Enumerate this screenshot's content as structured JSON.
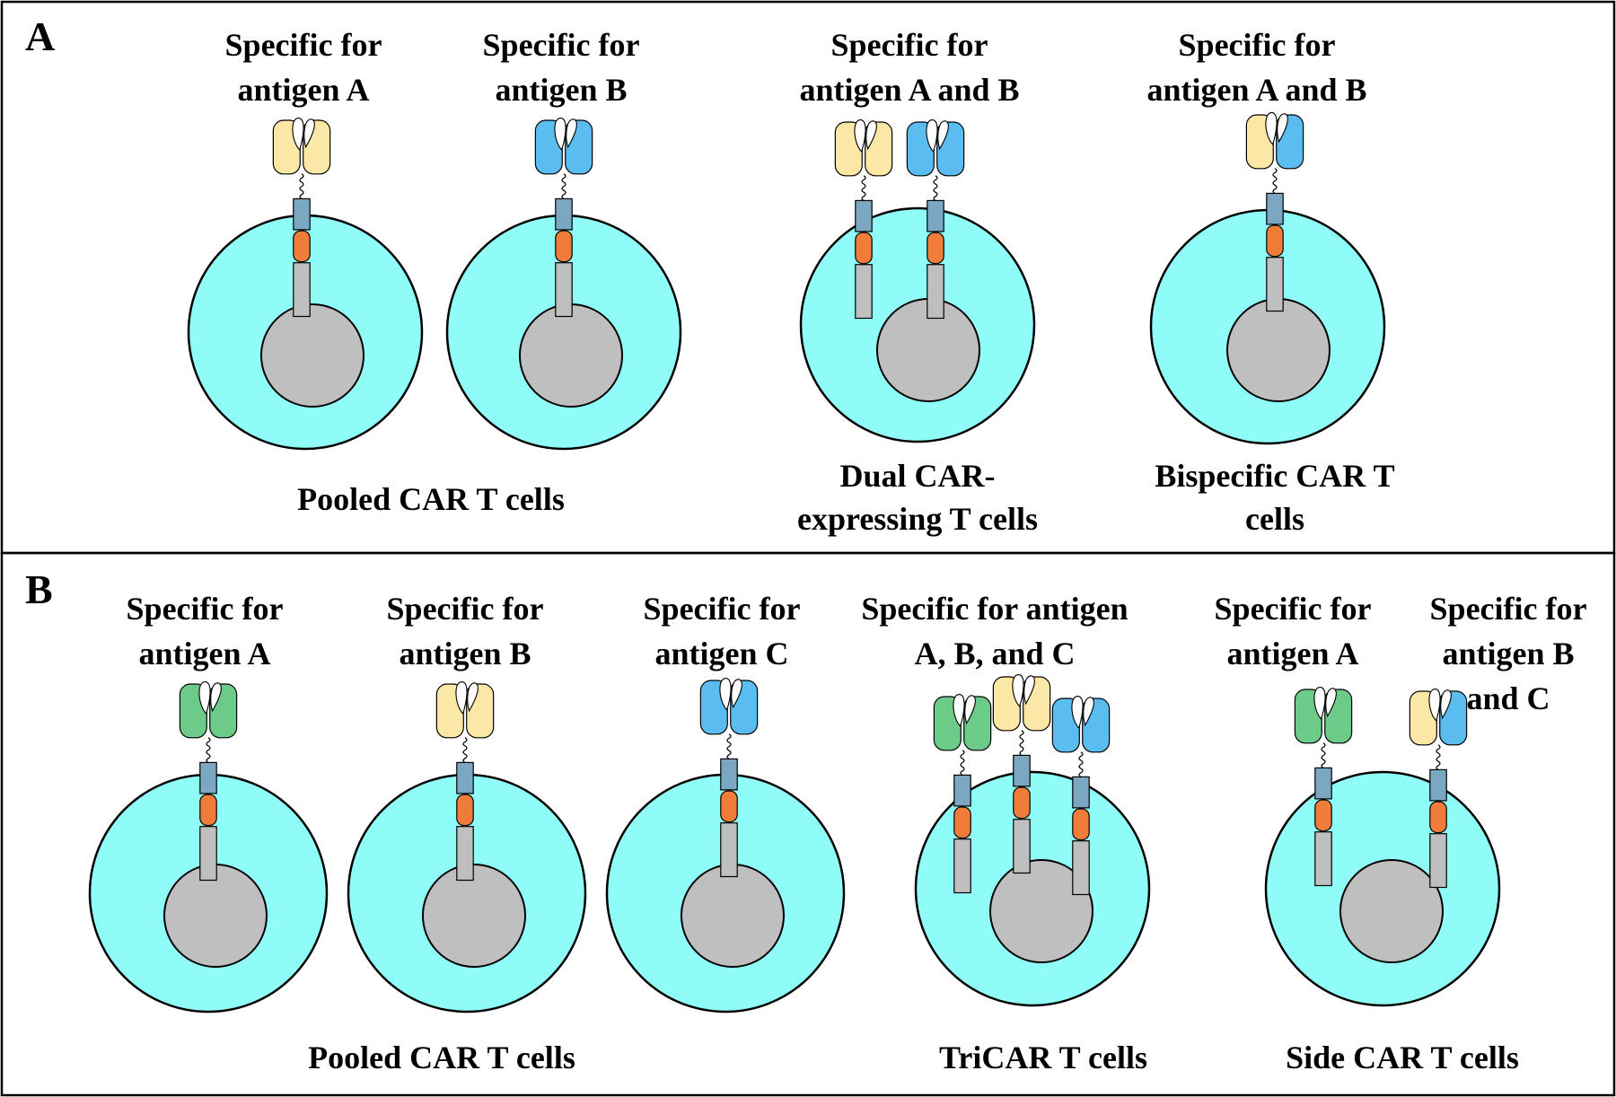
{
  "panels": [
    {
      "letter": "A",
      "cells": [
        {
          "spec": [
            "Specific for",
            "antigen A"
          ],
          "receptors": [
            [
              "#FBE8A6",
              "#FBE8A6"
            ]
          ]
        },
        {
          "spec": [
            "Specific for",
            "antigen B"
          ],
          "receptors": [
            [
              "#5BBCEF",
              "#5BBCEF"
            ]
          ]
        },
        {
          "spec": [
            "Specific for",
            "antigen A and B"
          ],
          "receptors": [
            [
              "#FBE8A6",
              "#FBE8A6"
            ],
            [
              "#5BBCEF",
              "#5BBCEF"
            ]
          ]
        },
        {
          "spec": [
            "Specific for",
            "antigen A and B"
          ],
          "receptors": [
            [
              "#FBE8A6",
              "#5BBCEF"
            ]
          ]
        }
      ],
      "groups": [
        {
          "lines": [
            "Pooled CAR T cells"
          ]
        },
        {
          "lines": [
            "Dual CAR-",
            "expressing T cells"
          ]
        },
        {
          "lines": [
            "Bispecific CAR T",
            "cells"
          ]
        }
      ]
    },
    {
      "letter": "B",
      "cells": [
        {
          "spec": [
            "Specific for",
            "antigen A"
          ],
          "receptors": [
            [
              "#6CCB88",
              "#6CCB88"
            ]
          ]
        },
        {
          "spec": [
            "Specific for",
            "antigen B"
          ],
          "receptors": [
            [
              "#FBE8A6",
              "#FBE8A6"
            ]
          ]
        },
        {
          "spec": [
            "Specific for",
            "antigen C"
          ],
          "receptors": [
            [
              "#5BBCEF",
              "#5BBCEF"
            ]
          ]
        },
        {
          "spec": [
            "Specific for antigen",
            "A, B, and C"
          ],
          "receptors": [
            [
              "#6CCB88",
              "#6CCB88"
            ],
            [
              "#FBE8A6",
              "#FBE8A6"
            ],
            [
              "#5BBCEF",
              "#5BBCEF"
            ]
          ]
        },
        {
          "spec": [
            "Specific for",
            "antigen A"
          ],
          "receptors": [
            [
              "#6CCB88",
              "#6CCB88"
            ]
          ]
        },
        {
          "spec": [
            "Specific for",
            "antigen B",
            "and C"
          ],
          "receptors": [
            [
              "#FBE8A6",
              "#5BBCEF"
            ]
          ]
        }
      ],
      "groups": [
        {
          "lines": [
            "Pooled CAR T cells"
          ]
        },
        {
          "lines": [
            "TriCAR T cells"
          ]
        },
        {
          "lines": [
            "Side CAR T cells"
          ]
        }
      ]
    }
  ],
  "colors": {
    "cytoplasm": "#8FFCF8",
    "nucleus": "#BFBFBF",
    "hinge": "#7BA7C2",
    "signal": "#F07C3A",
    "tail": "#BFBFBF",
    "outline": "#000000"
  }
}
